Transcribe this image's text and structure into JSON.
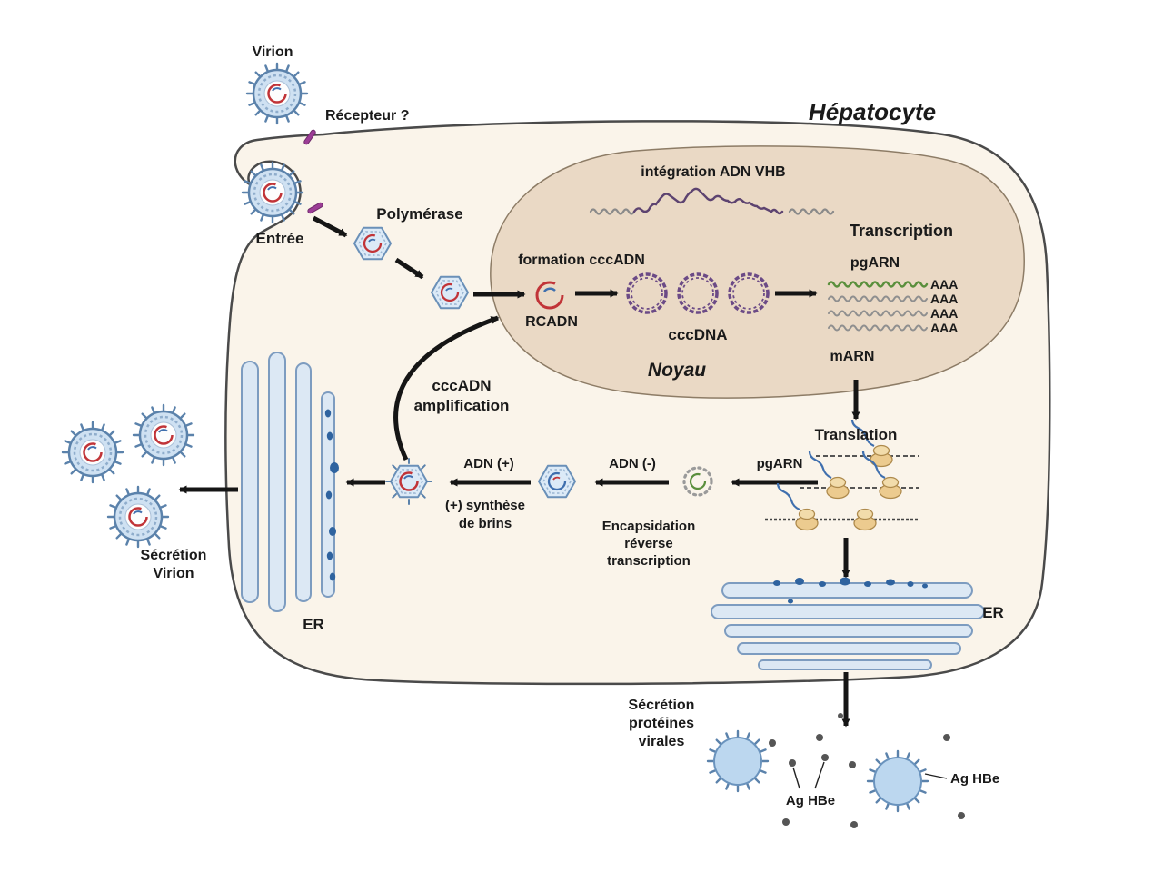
{
  "colors": {
    "hepatocyte_label": "#c49a6c",
    "nucleus_label": "#b5875f",
    "green_rna": "#5a8f3c",
    "magenta_cccdna": "#a0409a",
    "dark_red_adn_minus": "#8b1a3a",
    "red_dna": "#c13438",
    "blue_strand": "#3f6fae",
    "purple_cccdna_ring": "#6b4a86"
  },
  "labels": {
    "virion": "Virion",
    "receptor": "Récepteur ?",
    "hepatocyte": "Hépatocyte",
    "entree": "Entrée",
    "polymerase": "Polymérase",
    "integration": "intégration ADN VHB",
    "transcription": "Transcription",
    "formation_cccadn": "formation cccADN",
    "rcadn": "RCADN",
    "cccdna": "cccDNA",
    "pgarn_nucleus": "pgARN",
    "aaa_1": "AAA",
    "aaa_2": "AAA",
    "aaa_3": "AAA",
    "aaa_4": "AAA",
    "marn": "mARN",
    "noyau": "Noyau",
    "translation": "Translation",
    "ccc_amp_line1": "cccADN",
    "ccc_amp_line2": "amplification",
    "adn_plus": "ADN (+)",
    "synthese_line1": "(+) synthèse",
    "synthese_line2": "de brins",
    "adn_minus": "ADN (-)",
    "pgarn_cyto": "pgARN",
    "encapsidation_line1": "Encapsidation",
    "encapsidation_line2": "réverse",
    "encapsidation_line3": "transcription",
    "secretion_virion_line1": "Sécrétion",
    "secretion_virion_line2": "Virion",
    "er_left": "ER",
    "er_right": "ER",
    "secretion_prot_line1": "Sécrétion",
    "secretion_prot_line2": "protéines",
    "secretion_prot_line3": "virales",
    "ag_hbe_left": "Ag HBe",
    "ag_hbe_right": "Ag HBe"
  }
}
